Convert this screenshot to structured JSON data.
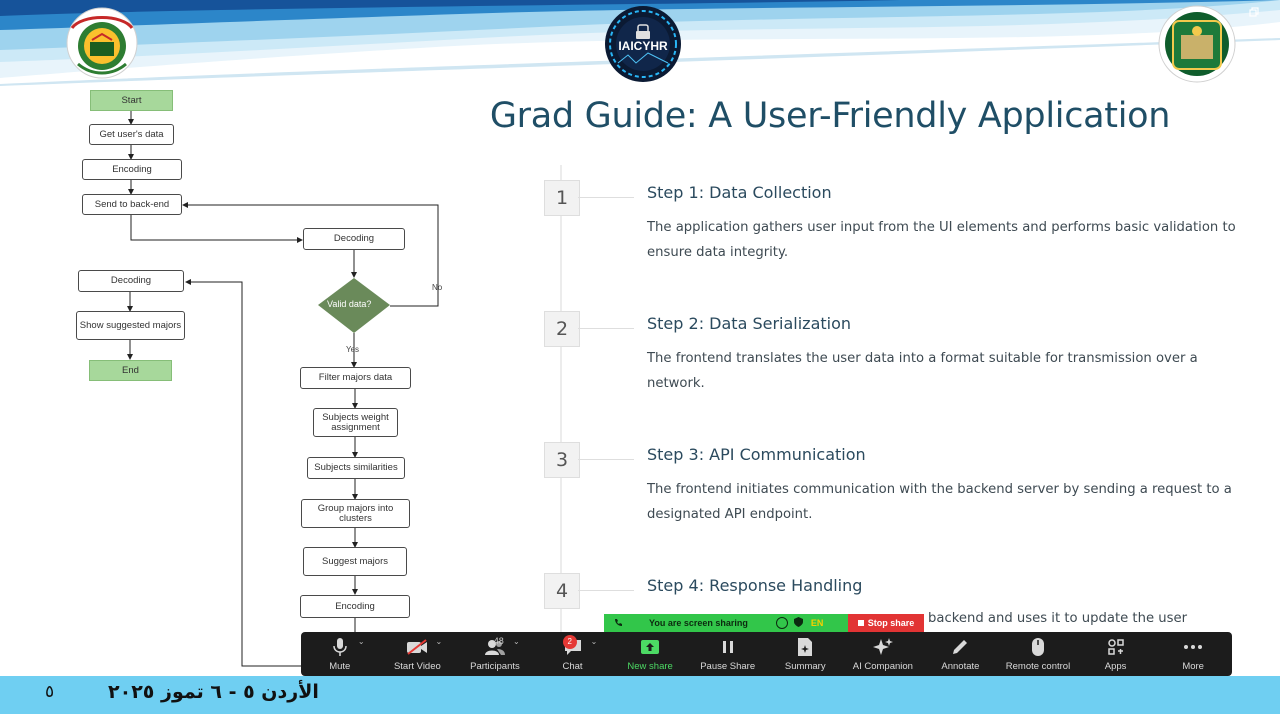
{
  "header": {
    "center_logo_text": "IAICYHR"
  },
  "slide": {
    "title": "Grad Guide: A User-Friendly Application",
    "steps": [
      {
        "num": "1",
        "title": "Step 1: Data Collection",
        "desc": "The application gathers user input from the UI elements and performs basic validation to ensure data integrity."
      },
      {
        "num": "2",
        "title": "Step 2: Data Serialization",
        "desc": "The frontend translates the user data into a format suitable for transmission over a network."
      },
      {
        "num": "3",
        "title": "Step 3: API Communication",
        "desc": "The frontend initiates communication with the backend server by sending a request to a designated API endpoint."
      },
      {
        "num": "4",
        "title": "Step 4: Response Handling",
        "desc": ""
      }
    ],
    "partial_text": "backend and uses it to update the user"
  },
  "flowchart": {
    "start": "Start",
    "get_data": "Get user's data",
    "encoding1": "Encoding",
    "send_backend": "Send to back-end",
    "decoding_right": "Decoding",
    "valid_data": "Valid data?",
    "no_label": "No",
    "yes_label": "Yes",
    "filter_majors": "Filter majors data",
    "subjects_weight": "Subjects weight assignment",
    "subjects_sim": "Subjects similarities",
    "group_majors": "Group majors into clusters",
    "suggest_majors": "Suggest majors",
    "encoding2": "Encoding",
    "decoding_left": "Decoding",
    "show_majors": "Show suggested majors",
    "end": "End"
  },
  "share_banner": {
    "status": "You are screen sharing",
    "lang": "EN",
    "stop": "Stop share"
  },
  "toolbar": {
    "items": [
      {
        "label": "Mute",
        "icon": "microphone-icon"
      },
      {
        "label": "Start Video",
        "icon": "video-off-icon"
      },
      {
        "label": "Participants",
        "icon": "participants-icon",
        "count": "48"
      },
      {
        "label": "Chat",
        "icon": "chat-icon",
        "badge": "2"
      },
      {
        "label": "New share",
        "icon": "share-screen-icon"
      },
      {
        "label": "Pause Share",
        "icon": "pause-icon"
      },
      {
        "label": "Summary",
        "icon": "summary-icon"
      },
      {
        "label": "AI Companion",
        "icon": "sparkle-icon"
      },
      {
        "label": "Annotate",
        "icon": "pencil-icon"
      },
      {
        "label": "Remote control",
        "icon": "mouse-icon"
      },
      {
        "label": "Apps",
        "icon": "apps-icon"
      },
      {
        "label": "More",
        "icon": "more-icon"
      }
    ],
    "accent": "#4cd964"
  },
  "footer": {
    "page_number": "٥",
    "date_text": "الأردن ٥ - ٦ تموز ٢٠٢٥"
  },
  "colors": {
    "title": "#1f4e66",
    "footer_bg": "#6fcff2",
    "terminal_fill": "#a7d89b",
    "decision_fill": "#6a8a5a",
    "share_green": "#32c64a",
    "share_red": "#e23434"
  }
}
